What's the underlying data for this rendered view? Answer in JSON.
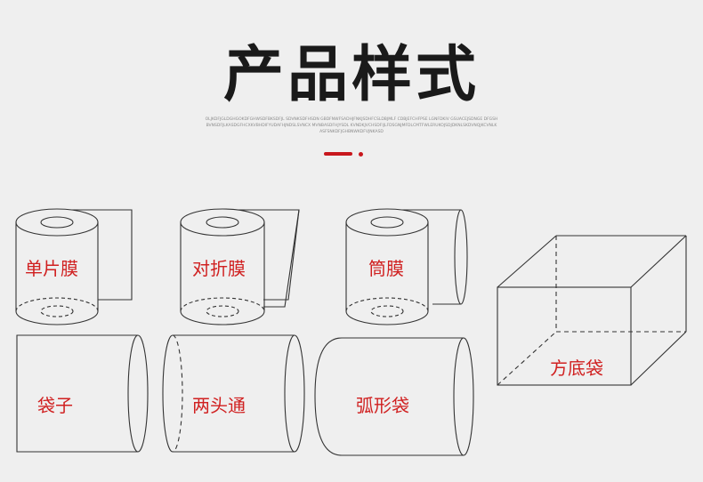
{
  "header": {
    "title": "产品样式",
    "subtitle": "OLJKDFJGLDGHGOKDFGHWSDFBKSDFJL SDVNKSDFHSDN GBDFNWFSADHJFNKJSDHFCSLDBJMLF CDBJEFCHFPSE LGNFDKIV GSUACEJSDNGE DFGSHBVNSDFJLKASDGFHCXKVBHDIFYUDAFHJNDSLSVNCX MVNBASDFHJYSDL KVNDKJVCHSDFIJLFDSGNJMFDLCMTFWLERUKOJSDJDKNLSKDVNQJKCVNLK ASFSNKDFJGHBNWKDFVJNKASD"
  },
  "accent_color": "#c8171d",
  "label_color": "#d02020",
  "products": [
    {
      "label": "单片膜"
    },
    {
      "label": "对折膜"
    },
    {
      "label": "筒膜"
    },
    {
      "label": "方底袋"
    },
    {
      "label": "袋子"
    },
    {
      "label": "两头通"
    },
    {
      "label": "弧形袋"
    }
  ]
}
